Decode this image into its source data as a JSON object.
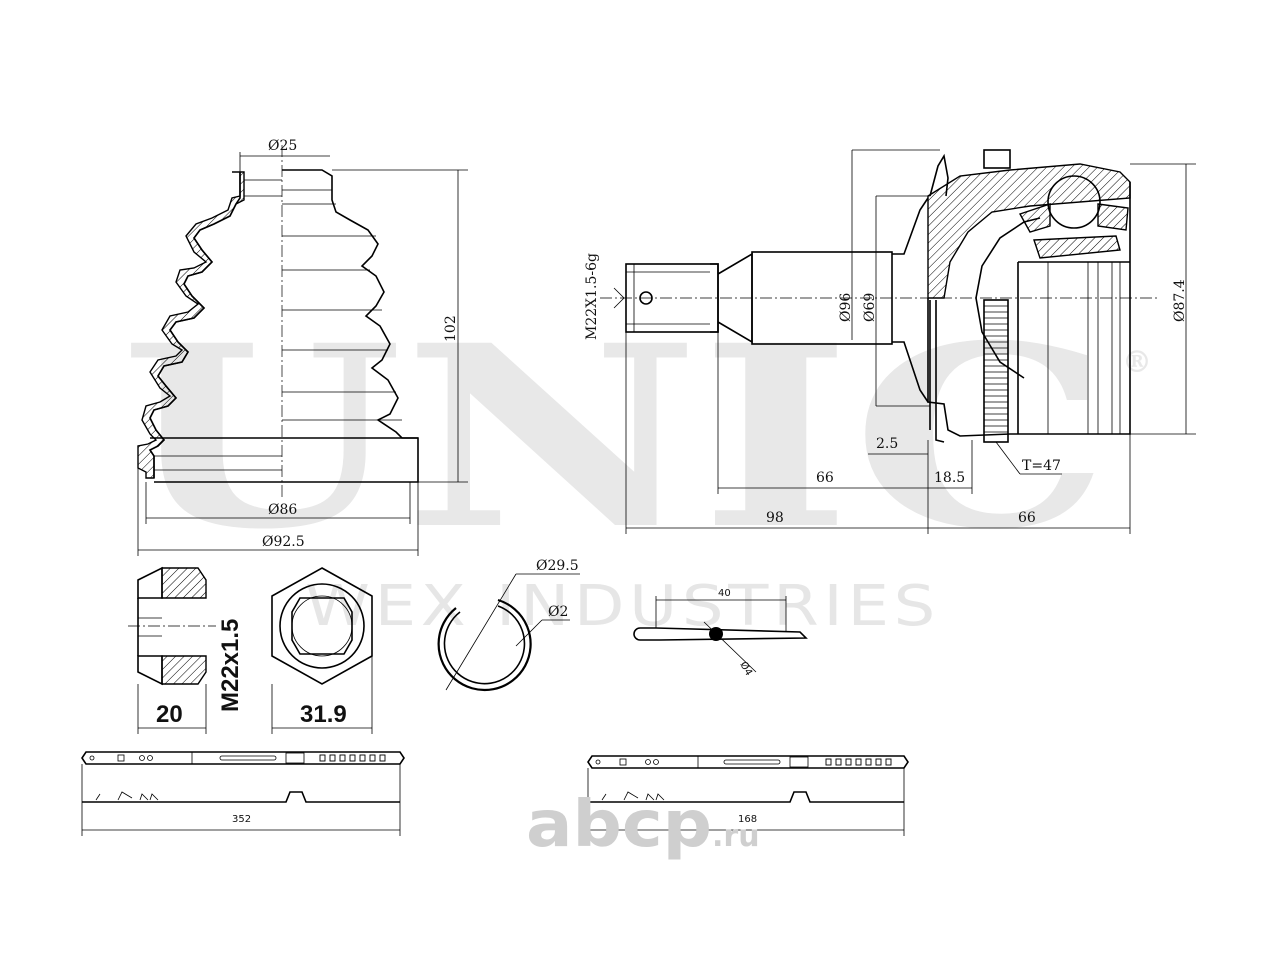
{
  "watermark": {
    "brand": "UNIC",
    "registered": "®",
    "tagline": "WEX INDUSTRIES"
  },
  "logo": {
    "main": "abcp",
    "suffix": ".ru"
  },
  "boot": {
    "top_diameter": "Ø25",
    "height": "102",
    "inner_diameter": "Ø86",
    "outer_diameter": "Ø92.5"
  },
  "joint": {
    "thread": "M22X1.5-6g",
    "shaft_d1": "Ø96",
    "shaft_d2": "Ø69",
    "outer_d": "Ø87.4",
    "step": "2.5",
    "len_66": "66",
    "len_18_5": "18.5",
    "teeth": "T=47",
    "len_98": "98",
    "len_66b": "66"
  },
  "nut": {
    "width": "20",
    "thread": "M22x1.5",
    "hex": "31.9"
  },
  "ring": {
    "diameter": "Ø29.5",
    "wire": "Ø2"
  },
  "cotter": {
    "length": "40",
    "dia": "Ø4"
  },
  "clamps": {
    "big_length": "352",
    "small_length": "168"
  }
}
